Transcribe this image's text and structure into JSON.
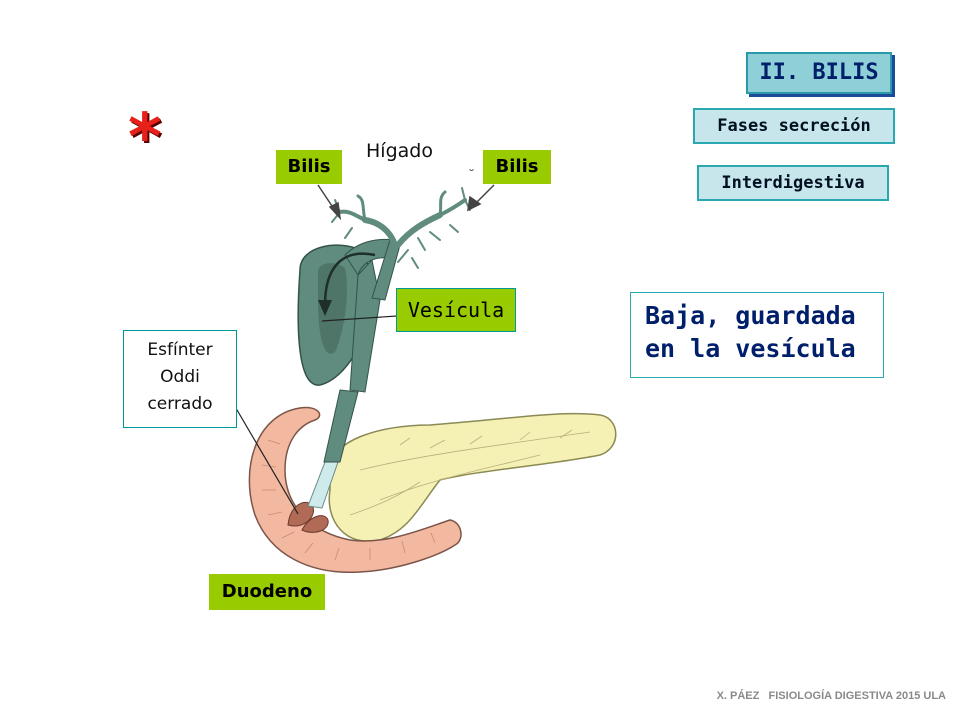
{
  "header": {
    "section_title": "II. BILIS",
    "phases_label": "Fases secreción",
    "phase_current": "Interdigestiva"
  },
  "diagram": {
    "star_glyph": "*",
    "liver_label": "Hígado",
    "bile_left": "Bilis",
    "bile_right": "Bilis",
    "gallbladder_label": "Vesícula",
    "sphincter_line1": "Esfínter",
    "sphincter_line2": "Oddi",
    "sphincter_line3": "cerrado",
    "duodenum_label": "Duodeno"
  },
  "note": {
    "line1": "Baja, guardada",
    "line2": "en la vesícula"
  },
  "footer": {
    "credit": "X. PÁEZ   FISIOLOGÍA DIGESTIVA 2015 ULA"
  },
  "colors": {
    "badge_bg": "#8fd0d8",
    "label_green": "#99cc00",
    "star_red": "#e8201a",
    "gallbladder": "#5f8c7e",
    "pancreas": "#f5f0b4",
    "duodenum": "#f2b8a0"
  },
  "icons": {
    "star": "red-asterisk-icon"
  }
}
